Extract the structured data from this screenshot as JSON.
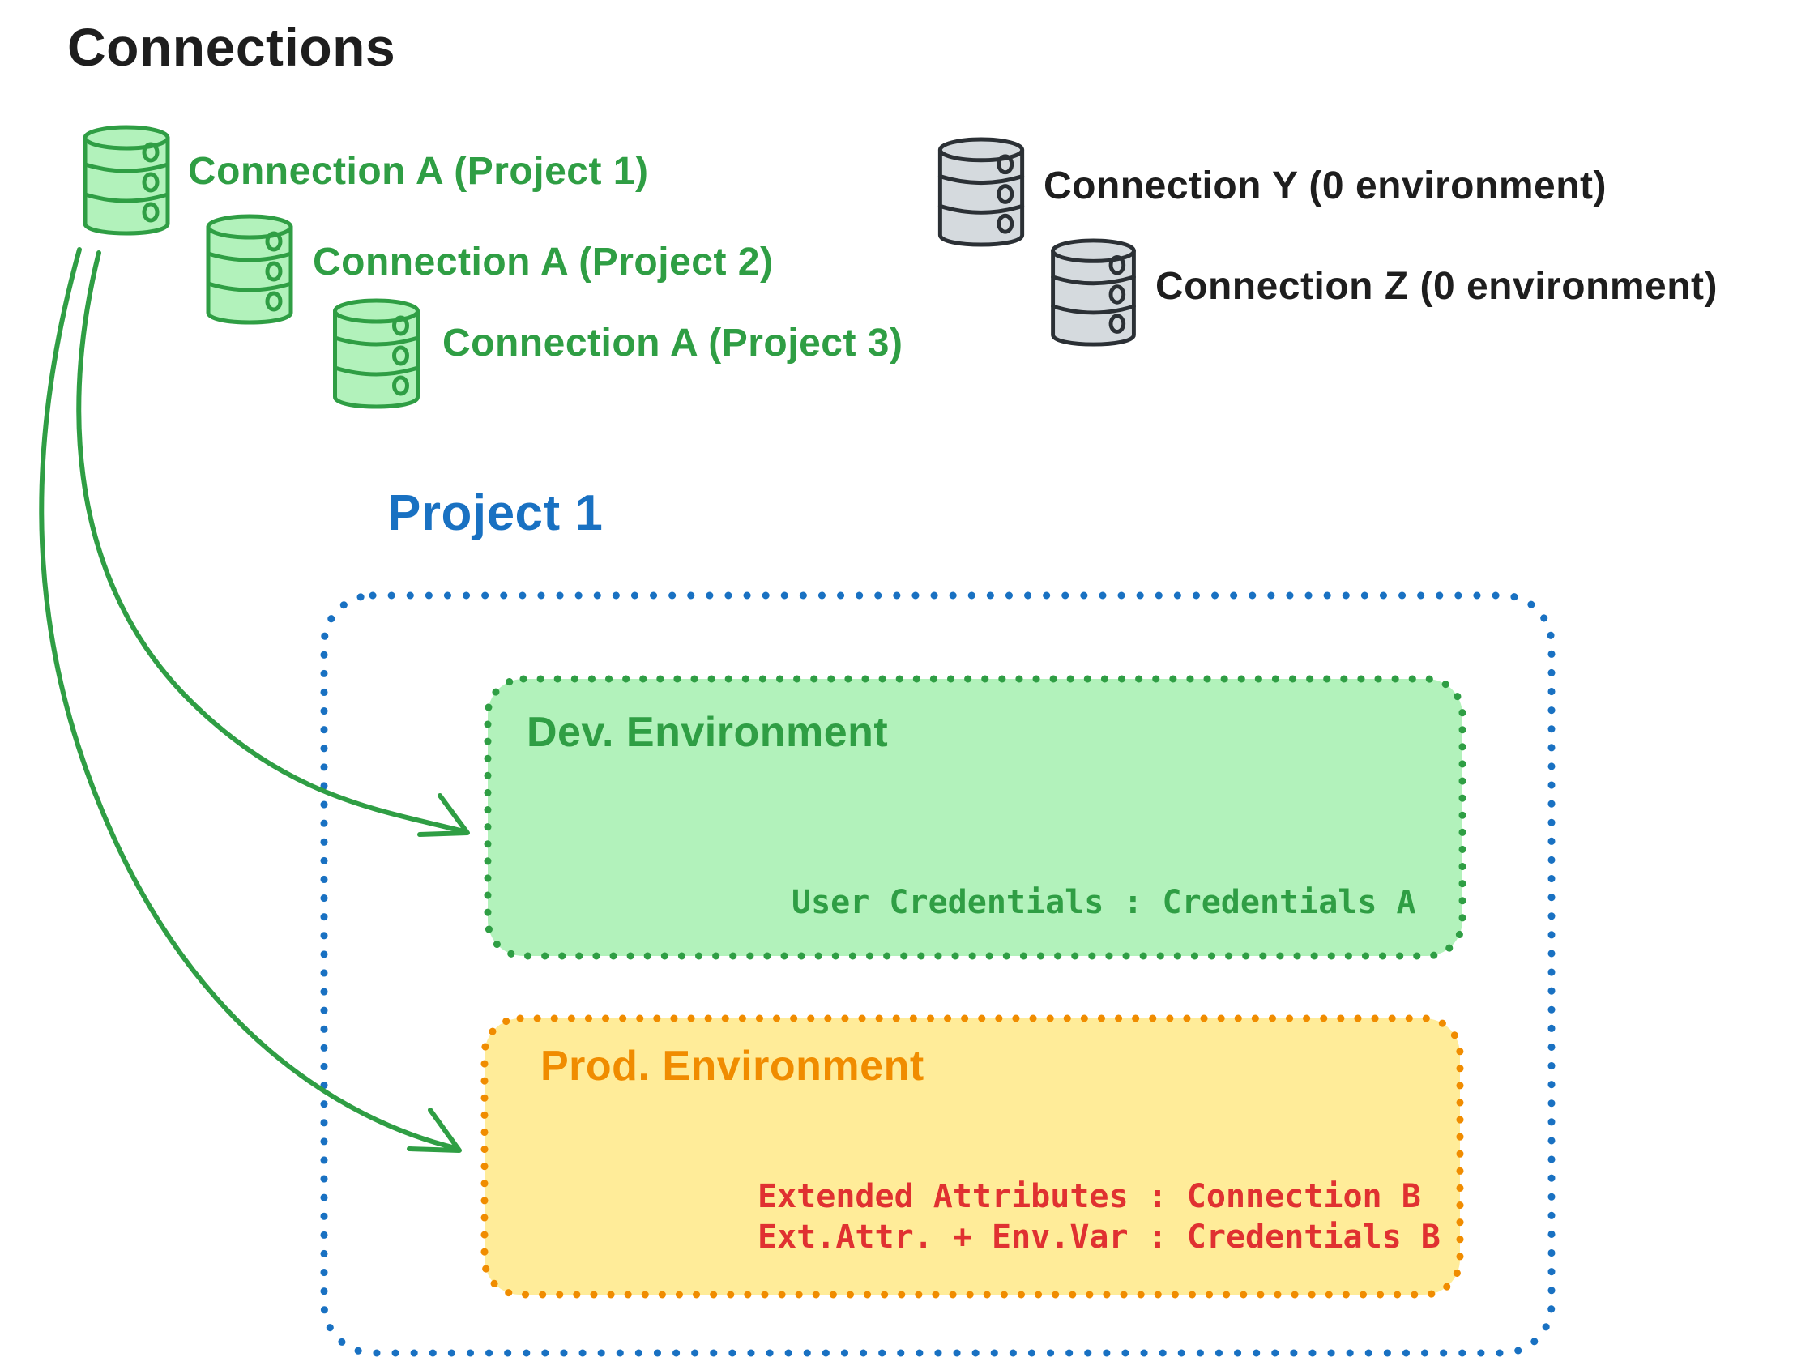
{
  "connections_panel": {
    "title": "Connections",
    "project_connections": [
      {
        "label": "Connection A (Project 1)"
      },
      {
        "label": "Connection A (Project 2)"
      },
      {
        "label": "Connection A (Project 3)"
      }
    ],
    "unlinked_connections": [
      {
        "label": "Connection Y (0 environment)"
      },
      {
        "label": "Connection Z (0 environment)"
      }
    ]
  },
  "project_panel": {
    "title": "Project 1",
    "dev_environment": {
      "title": "Dev. Environment",
      "mapping": "User Credentials : Credentials A"
    },
    "prod_environment": {
      "title": "Prod. Environment",
      "mappings": [
        "Extended Attributes : Connection B",
        "Ext.Attr. + Env.Var : Credentials B"
      ]
    }
  },
  "icons": {
    "green_database": "database-icon",
    "gray_database": "database-icon",
    "arrow": "curved-arrow"
  },
  "colors": {
    "ink": "#1e1e1e",
    "green_stroke": "#2f9e44",
    "green_fill": "#b2f2bb",
    "gray_stroke": "#2b3035",
    "gray_fill": "#d5dade",
    "blue": "#1971c2",
    "orange_stroke": "#f08c00",
    "yellow_fill": "#ffec99",
    "red": "#e03131",
    "background": "#ffffff"
  }
}
